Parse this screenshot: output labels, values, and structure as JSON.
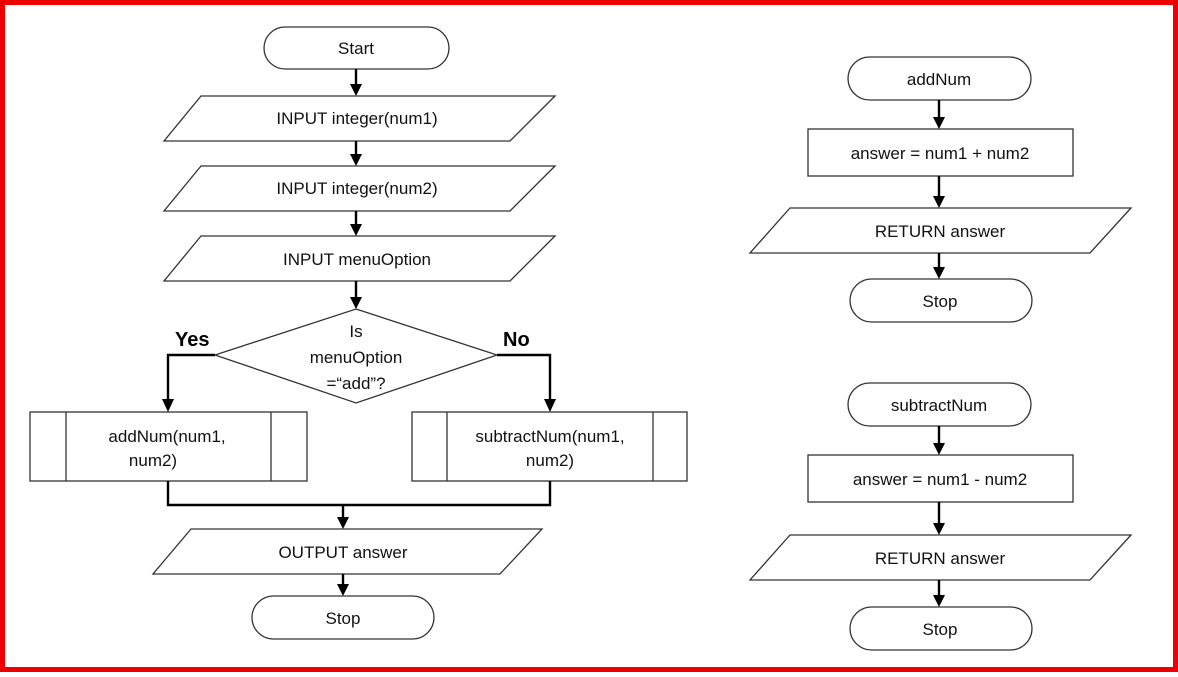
{
  "main": {
    "start": "Start",
    "input_num1": "INPUT integer(num1)",
    "input_num2": "INPUT integer(num2)",
    "input_menu": "INPUT menuOption",
    "decision": {
      "line1": "Is",
      "line2": "menuOption",
      "line3": "=“add”?"
    },
    "yes_label": "Yes",
    "no_label": "No",
    "call_add": {
      "line1": "addNum(num1,",
      "line2": "num2)"
    },
    "call_subtract": {
      "line1": "subtractNum(num1,",
      "line2": "num2)"
    },
    "output": "OUTPUT answer",
    "stop": "Stop"
  },
  "add_function": {
    "name": "addNum",
    "process": "answer = num1 + num2",
    "return": "RETURN answer",
    "stop": "Stop"
  },
  "subtract_function": {
    "name": "subtractNum",
    "process": "answer = num1 - num2",
    "return": "RETURN answer",
    "stop": "Stop"
  },
  "colors": {
    "frame_border": "#ee0000",
    "shape_stroke": "#333333",
    "arrow": "#000000",
    "background": "#ffffff"
  }
}
